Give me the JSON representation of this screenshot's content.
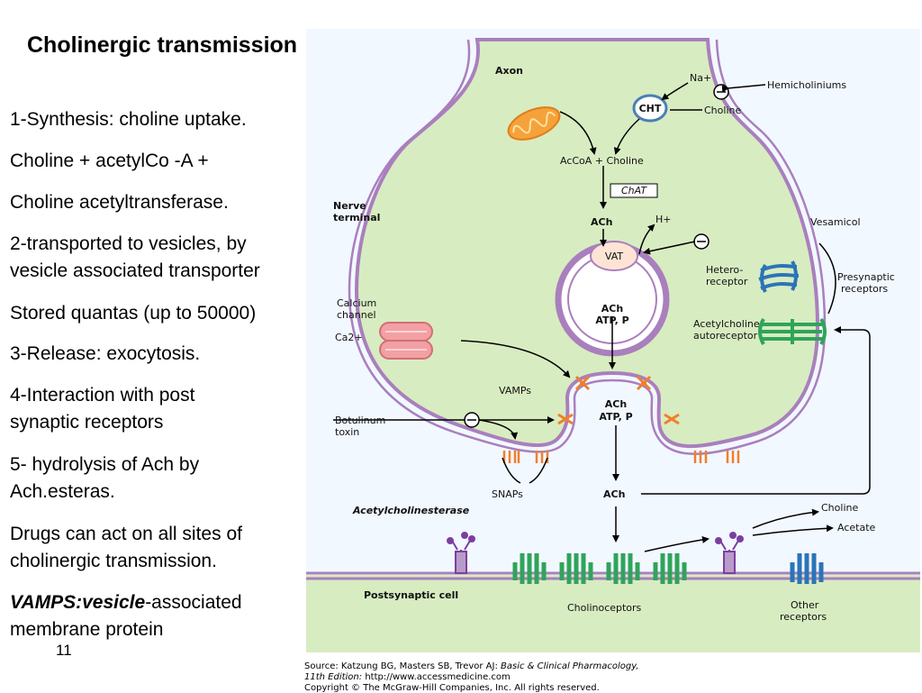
{
  "slide": {
    "title": "Cholinergic transmission",
    "page_number": "11",
    "bullets": [
      {
        "lines": [
          "1-Synthesis: choline uptake."
        ]
      },
      {
        "lines": [
          "Choline + acetylCo -A +"
        ]
      },
      {
        "lines": [
          "Choline acetyltransferase."
        ]
      },
      {
        "lines": [
          "2-transported to vesicles, by",
          "vesicle associated transporter"
        ]
      },
      {
        "lines": [
          "Stored  quantas (up to 50000)"
        ]
      },
      {
        "lines": [
          "3-Release: exocytosis."
        ]
      },
      {
        "lines": [
          "4-Interaction with post",
          "synaptic receptors"
        ]
      },
      {
        "lines": [
          "5- hydrolysis of Ach by",
          "Ach.esteras."
        ]
      },
      {
        "lines": [
          "Drugs can act on all sites  of",
          "cholinergic transmission."
        ]
      }
    ],
    "vamps_term": "VAMPS:vesicle",
    "vamps_rest_1": "-associated",
    "vamps_rest_2": "membrane protein"
  },
  "diagram": {
    "axon": "Axon",
    "na": "Na+",
    "hemicholiniums": "Hemicholiniums",
    "cht": "CHT",
    "choline": "Choline",
    "accoa_choline": "AcCoA + Choline",
    "chat": "ChAT",
    "nerve_terminal_1": "Nerve",
    "nerve_terminal_2": "terminal",
    "ach": "ACh",
    "h_plus": "H+",
    "vesamicol": "Vesamicol",
    "vat": "VAT",
    "hetero_receptor_1": "Hetero-",
    "hetero_receptor_2": "receptor",
    "presynaptic_1": "Presynaptic",
    "presynaptic_2": "receptors",
    "vesicle_ach": "ACh",
    "vesicle_atp": "ATP, P",
    "calcium_1": "Calcium",
    "calcium_2": "channel",
    "ca": "Ca2+",
    "autoreceptor_1": "Acetylcholine",
    "autoreceptor_2": "autoreceptor",
    "vamps": "VAMPs",
    "fusing_ach": "ACh",
    "fusing_atp": "ATP, P",
    "botulinum_1": "Botulinum",
    "botulinum_2": "toxin",
    "snaps": "SNAPs",
    "ach_cleft": "ACh",
    "acetylcholinesterase": "Acetylcholinesterase",
    "choline_product": "Choline",
    "acetate": "Acetate",
    "postsynaptic_cell": "Postsynaptic cell",
    "cholinoceptors": "Cholinoceptors",
    "other_1": "Other",
    "other_2": "receptors"
  },
  "footer": {
    "source_prefix": "Source: Katzung BG, Masters SB, Trevor AJ: ",
    "source_book": "Basic & Clinical Pharmacology,",
    "source_edition": "11th Edition: ",
    "source_url": "http://www.accessmedicine.com",
    "copyright": "Copyright © The McGraw-Hill Companies, Inc. All rights reserved."
  },
  "colors": {
    "terminal_fill": "#d8ecc1",
    "membrane": "#a97fbd",
    "background": "#f2f8ff",
    "receptor_green": "#2fa45a",
    "receptor_blue": "#2b74b8",
    "vamp_orange": "#f07f2a",
    "channel_pink": "#f2a0a4"
  }
}
